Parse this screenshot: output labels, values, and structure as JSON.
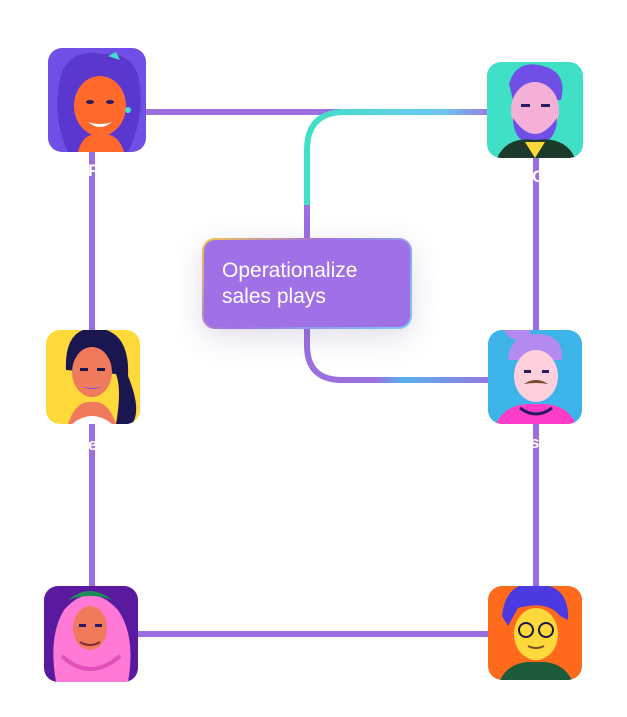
{
  "center_card": {
    "line1": "Operationalize",
    "line2": "sales plays"
  },
  "partial_labels": {
    "top_left": "F",
    "top_right": "C",
    "middle_left": "e",
    "middle_right": "s"
  },
  "avatars": [
    {
      "id": "top-left",
      "bg": "#6f4fe6"
    },
    {
      "id": "top-right",
      "bg": "#3fe0c5"
    },
    {
      "id": "middle-left",
      "bg": "#ffd83a"
    },
    {
      "id": "middle-right",
      "bg": "#3cb4ea"
    },
    {
      "id": "bottom-left",
      "bg": "#5a1aa0"
    },
    {
      "id": "bottom-right",
      "bg": "#ff6a1c"
    }
  ],
  "colors": {
    "connector": "#9b6fe0",
    "teal": "#3fe0c5",
    "card": "#a070e6"
  }
}
